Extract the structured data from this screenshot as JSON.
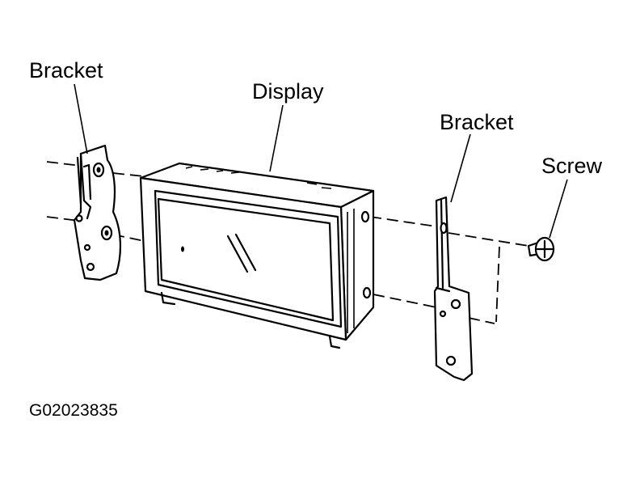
{
  "labels": {
    "bracket_left": "Bracket",
    "display": "Display",
    "bracket_right": "Bracket",
    "screw": "Screw"
  },
  "figure_code": "G02023835"
}
